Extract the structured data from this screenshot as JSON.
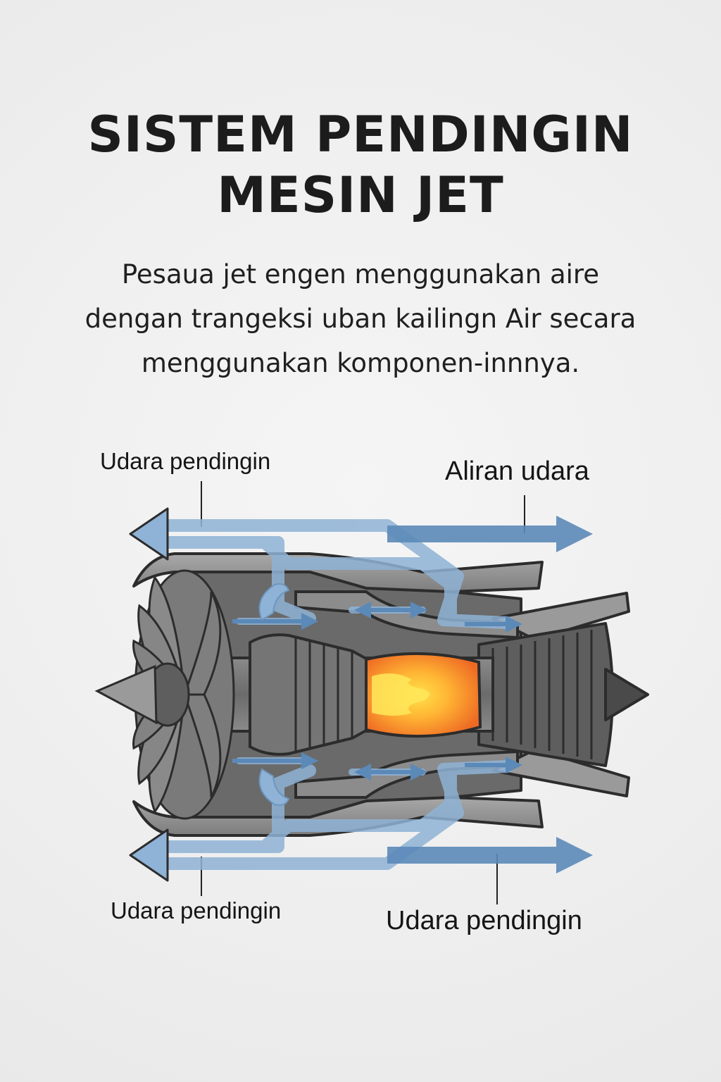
{
  "title": {
    "line1": "SISTEM PENDINGIN",
    "line2": "MESIN JET"
  },
  "intro": {
    "line1": "Pesaua jet engen menggunakan aire",
    "line2": "dengan trangeksi uban kailingn Air secara",
    "line3": "menggunakan komponen-innnya."
  },
  "labels": {
    "top_left": "Udara pendingin",
    "top_right": "Aliran udara",
    "bottom_left": "Udara pendingin",
    "bottom_right": "Udara pendingin"
  },
  "colors": {
    "background": "#efefef",
    "casing": "#8e8e8e",
    "casing_dark": "#5c5c5c",
    "cooling_air": "#8fb3d6",
    "flow_arrow": "#5b89b8",
    "flame_outer": "#f07a2a",
    "flame_inner": "#ffd23a"
  },
  "icons": {
    "fan": "fan-blades-icon",
    "flame": "combustion-flame-icon"
  }
}
